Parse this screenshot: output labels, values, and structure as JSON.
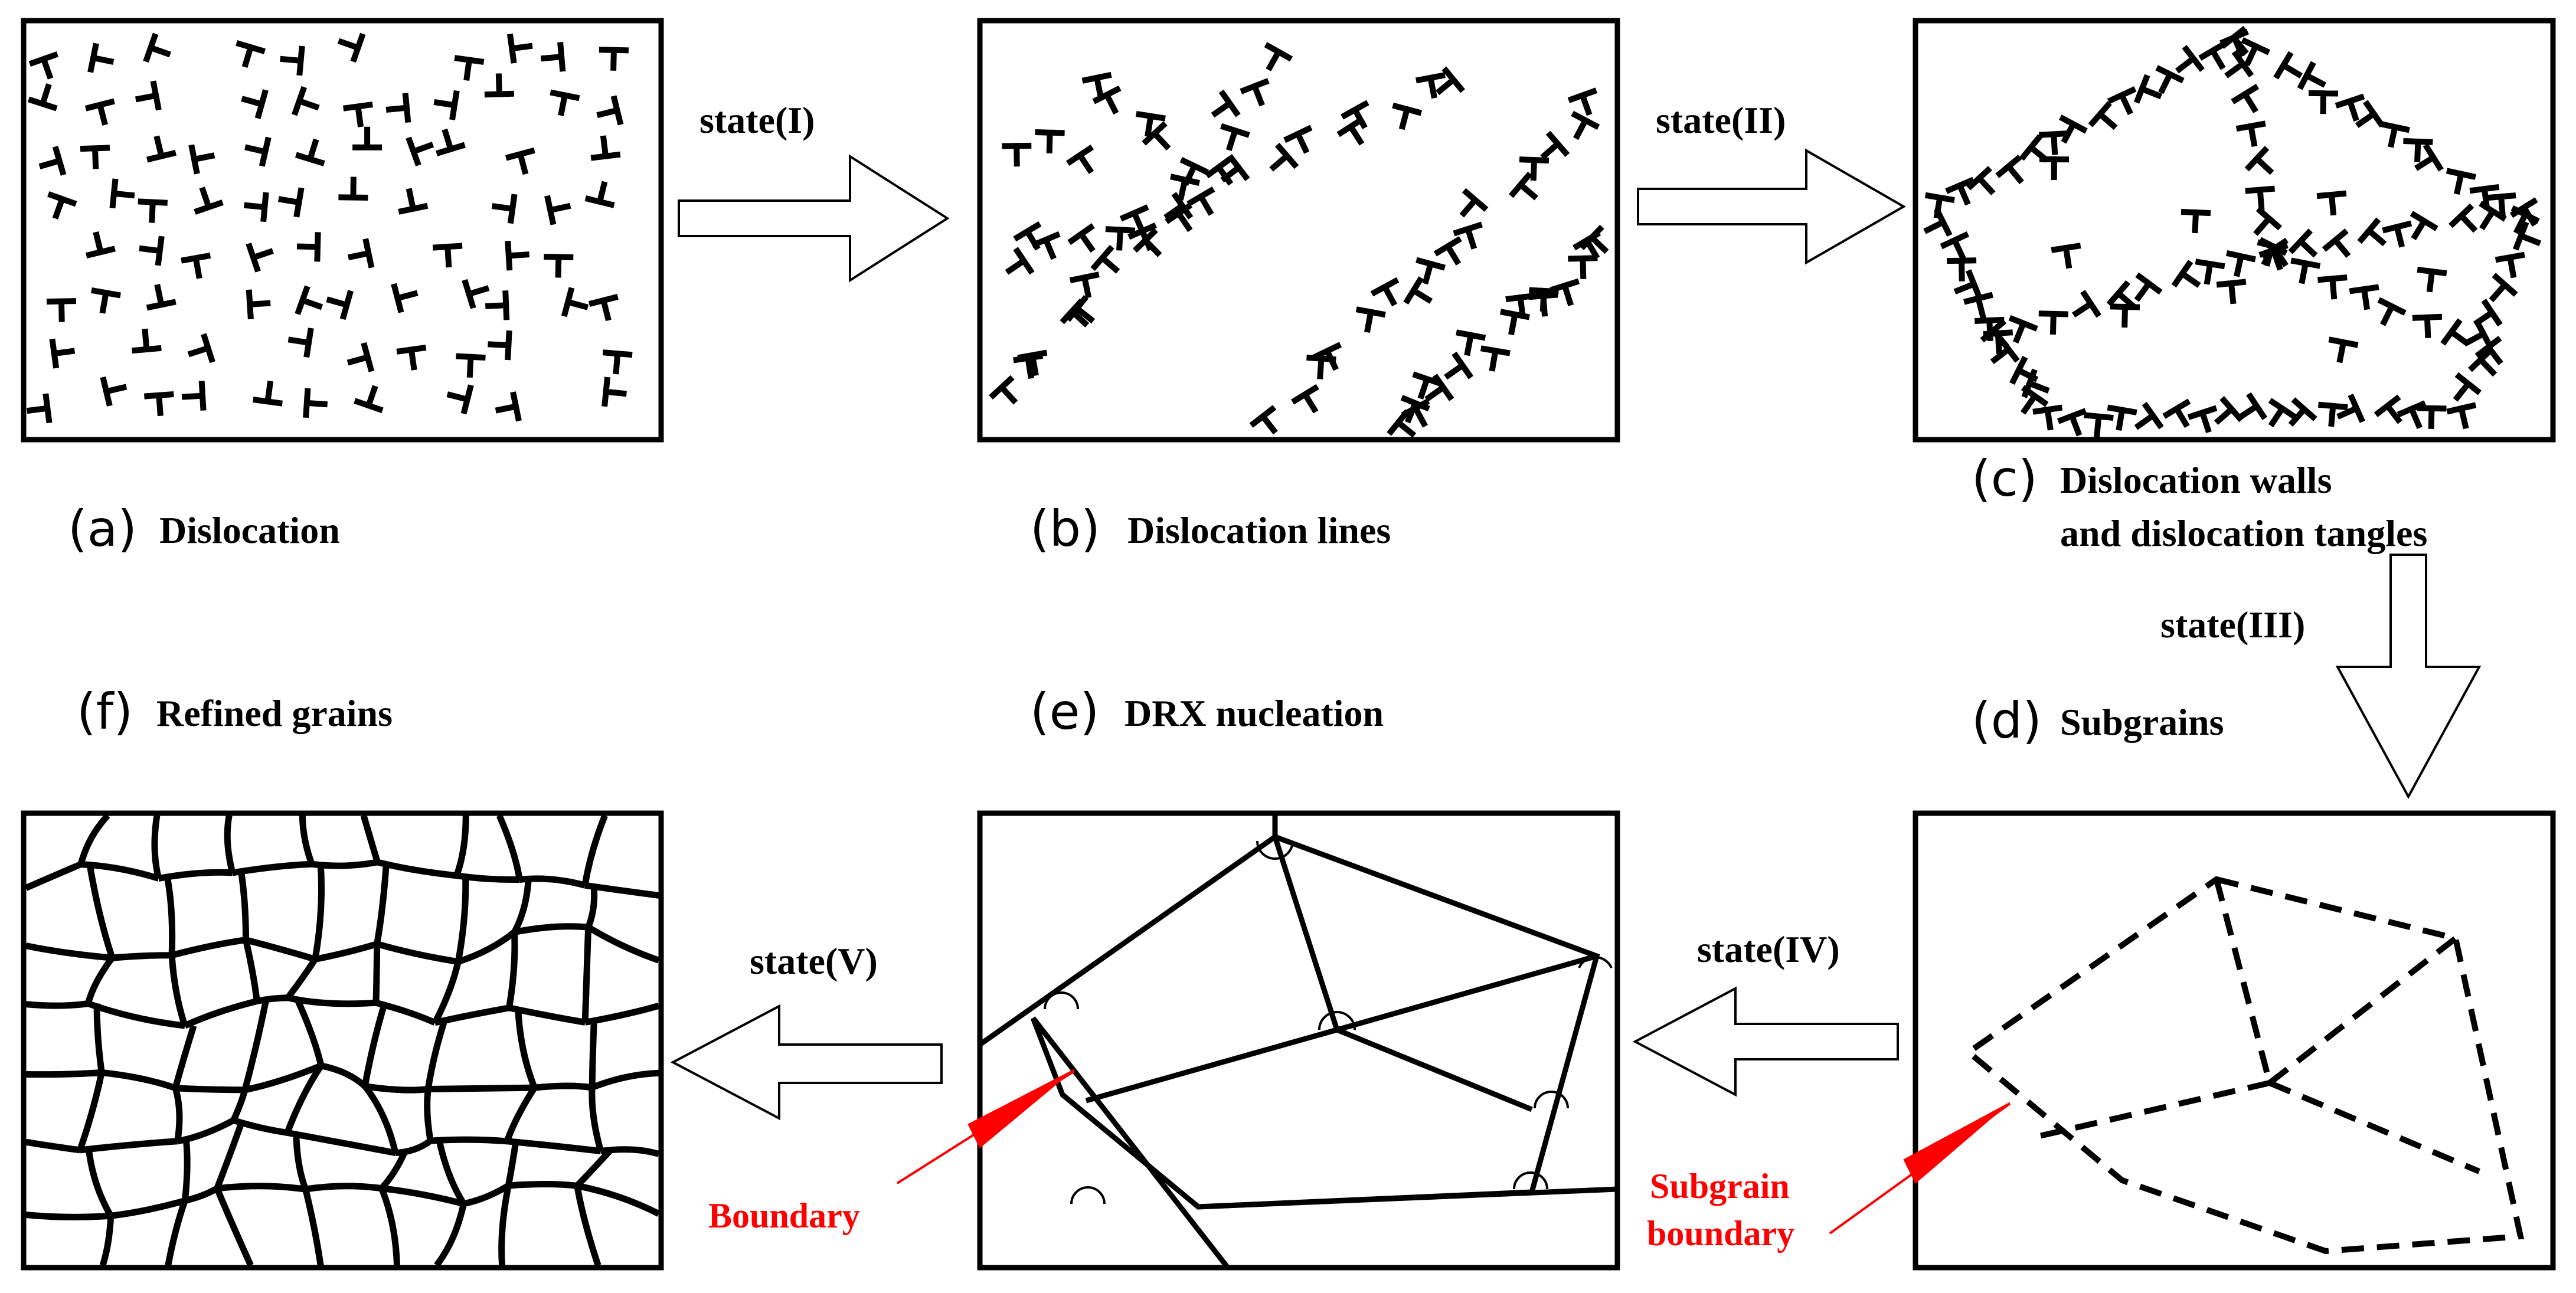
{
  "panels": {
    "a": {
      "letter": "(a)",
      "caption": "Dislocation"
    },
    "b": {
      "letter": "(b)",
      "caption": "Dislocation lines"
    },
    "c": {
      "letter": "(c)",
      "caption_line1": "Dislocation walls",
      "caption_line2": "and dislocation tangles"
    },
    "d": {
      "letter": "(d)",
      "caption": "Subgrains"
    },
    "e": {
      "letter": "(e)",
      "caption": "DRX nucleation"
    },
    "f": {
      "letter": "(f)",
      "caption": "Refined grains"
    }
  },
  "states": {
    "s1": "state(I)",
    "s2": "state(II)",
    "s3": "state(III)",
    "s4": "state(IV)",
    "s5": "state(V)"
  },
  "annotations": {
    "boundary": "Boundary",
    "subgrain_line1": "Subgrain",
    "subgrain_line2": "boundary"
  },
  "colors": {
    "annotation": "#ff0000",
    "ink": "#000000"
  },
  "icons": {
    "dislocation_symbol": "inverted-T",
    "arrow": "hollow-block-arrow"
  }
}
